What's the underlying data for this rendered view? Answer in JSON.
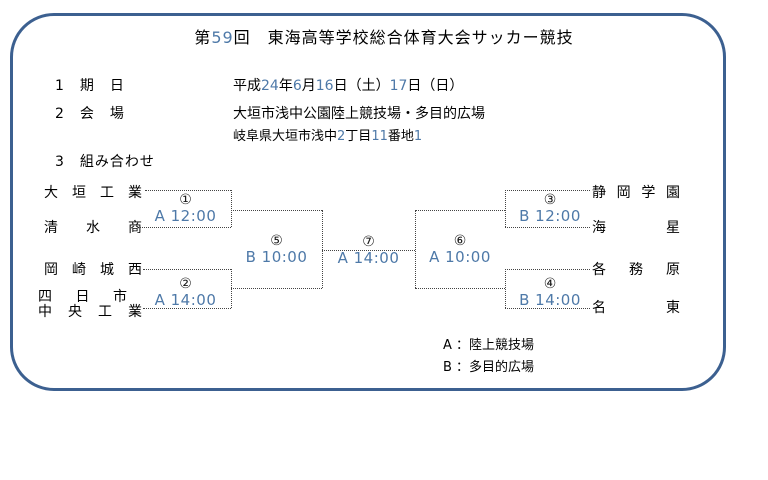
{
  "title": {
    "text": "第59回　東海高等学校総合体育大会サッカー競技",
    "segments": [
      {
        "t": "第"
      },
      {
        "t": "59",
        "hw": true
      },
      {
        "t": "回　東海高等学校総合体育大会サッカー競技"
      }
    ]
  },
  "info": {
    "row1_label": "1　期　日",
    "date_text": "平成24年6月16日（土）17日（日）",
    "date_segments": [
      {
        "t": "平成"
      },
      {
        "t": "24",
        "hw": true
      },
      {
        "t": "年"
      },
      {
        "t": "6",
        "hw": true
      },
      {
        "t": "月"
      },
      {
        "t": "16",
        "hw": true
      },
      {
        "t": "日（土）"
      },
      {
        "t": "17",
        "hw": true
      },
      {
        "t": "日（日）"
      }
    ],
    "row2_label": "2　会　場",
    "venue": "大垣市浅中公園陸上競技場・多目的広場",
    "address_text": "岐阜県大垣市浅中2丁目11番地1",
    "address_segments": [
      {
        "t": "岐阜県大垣市浅中"
      },
      {
        "t": "2",
        "hw": true
      },
      {
        "t": "丁目"
      },
      {
        "t": "11",
        "hw": true
      },
      {
        "t": "番地"
      },
      {
        "t": "1",
        "hw": true
      }
    ],
    "row3_label": "3　組み合わせ"
  },
  "bracket": {
    "left_teams": [
      {
        "name": "大垣工業",
        "lines": [
          "大垣工業"
        ]
      },
      {
        "name": "清水商",
        "lines": [
          "清水商"
        ]
      },
      {
        "name": "岡崎城西",
        "lines": [
          "岡崎城西"
        ]
      },
      {
        "name": "四日市中央工業",
        "lines": [
          "四日市",
          "中央工業"
        ]
      }
    ],
    "right_teams": [
      {
        "name": "静岡学園",
        "lines": [
          "静岡学園"
        ]
      },
      {
        "name": "海星",
        "lines": [
          "海星"
        ]
      },
      {
        "name": "各務原",
        "lines": [
          "各務原"
        ]
      },
      {
        "name": "名東",
        "lines": [
          "名東"
        ]
      }
    ],
    "matches": {
      "m1": {
        "num": "①",
        "time": "A 12:00"
      },
      "m2": {
        "num": "②",
        "time": "A 14:00"
      },
      "m3": {
        "num": "③",
        "time": "B 12:00"
      },
      "m4": {
        "num": "④",
        "time": "B 14:00"
      },
      "m5": {
        "num": "⑤",
        "time": "B 10:00"
      },
      "m6": {
        "num": "⑥",
        "time": "A 10:00"
      },
      "m7": {
        "num": "⑦",
        "time": "A 14:00"
      }
    }
  },
  "legend": {
    "a": "A ：陸上競技場",
    "b": "B ：多目的広場"
  },
  "colors": {
    "frame_border": "#3c6090",
    "time_text": "#4e79a8",
    "dotted_line": "#444444"
  }
}
